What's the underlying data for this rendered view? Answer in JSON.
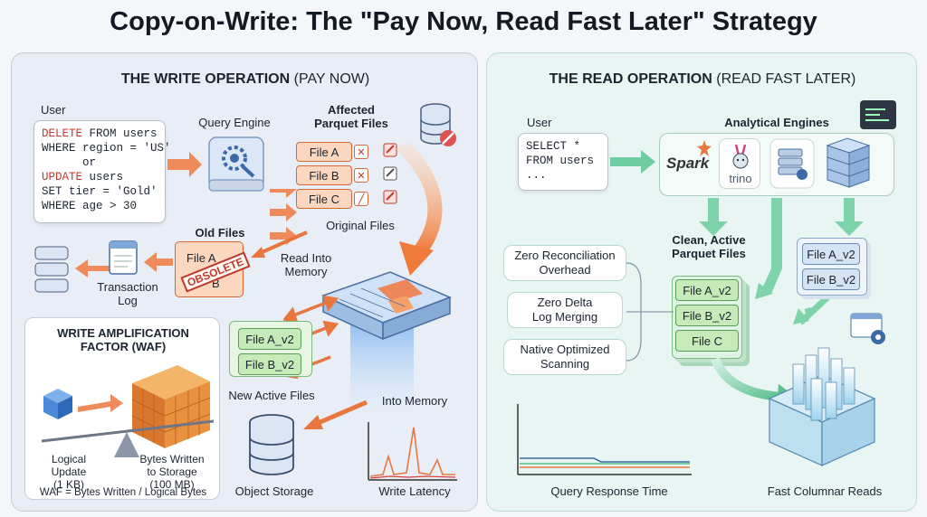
{
  "title": "Copy-on-Write: The \"Pay Now, Read Fast Later\" Strategy",
  "left": {
    "heading_bold": "THE WRITE OPERATION",
    "heading_light": " (PAY NOW)",
    "user_label": "User",
    "sql_lines": [
      {
        "kw": "DELETE",
        "rest": " FROM users"
      },
      {
        "kw": "",
        "rest": "WHERE region = 'US'"
      },
      {
        "kw": "",
        "rest": "      or"
      },
      {
        "kw": "UPDATE",
        "rest": " users"
      },
      {
        "kw": "",
        "rest": "SET tier = 'Gold'"
      },
      {
        "kw": "",
        "rest": "WHERE age > 30"
      }
    ],
    "query_engine": "Query Engine",
    "affected_title": "Affected\nParquet Files",
    "files": [
      "File A",
      "File B",
      "File C"
    ],
    "original_files": "Original Files",
    "old_files": "Old Files",
    "old_file_names": [
      "File A",
      "B"
    ],
    "obsolete": "OBSOLETE",
    "read_into_memory": "Read Into\nMemory",
    "transaction_log": "Transaction\nLog",
    "waf_title": "WRITE AMPLIFICATION\nFACTOR (WAF)",
    "logical_update": "Logical\nUpdate\n(1 KB)",
    "bytes_written": "Bytes Written\nto Storage\n(100 MB)",
    "waf_formula": "WAF = Bytes Written / Logical Bytes",
    "new_files": [
      "File A_v2",
      "File B_v2"
    ],
    "new_active": "New Active Files",
    "into_memory": "Into Memory",
    "object_storage": "Object Storage",
    "write_latency": "Write Latency"
  },
  "right": {
    "heading_bold": "THE READ OPERATION",
    "heading_light": " (READ FAST LATER)",
    "user_label": "User",
    "sql_lines": [
      "SELECT *",
      "FROM users",
      "..."
    ],
    "engines_label": "Analytical Engines",
    "spark": "Spark",
    "trino": "trino",
    "clean_title": "Clean, Active\nParquet Files",
    "clean_files": [
      "File A_v2",
      "File B_v2",
      "File C"
    ],
    "side_files": [
      "File A_v2",
      "File B_v2"
    ],
    "benefits": [
      "Zero Reconciliation\nOverhead",
      "Zero Delta\nLog Merging",
      "Native Optimized\nScanning"
    ],
    "query_response": "Query Response Time",
    "fast_reads": "Fast Columnar Reads"
  },
  "colors": {
    "orange": "#e8773f",
    "green": "#5bbf8e",
    "red": "#d9413a"
  }
}
